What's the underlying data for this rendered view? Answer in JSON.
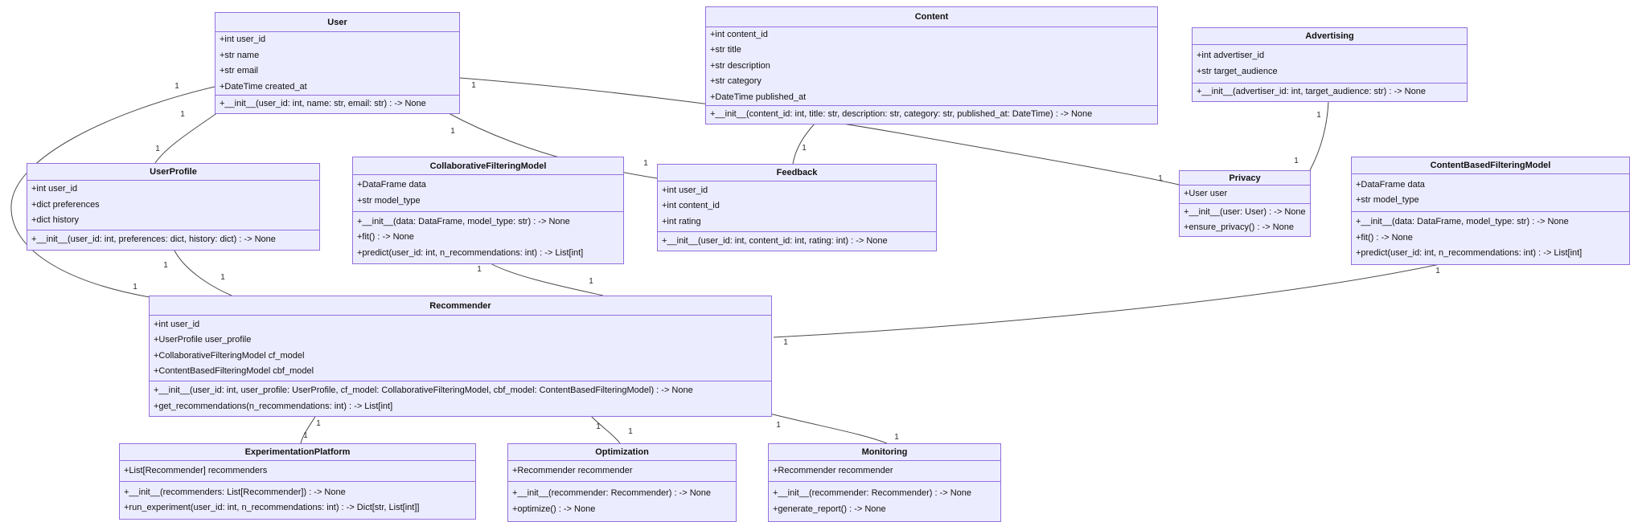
{
  "diagram_type": "uml-class-diagram",
  "colors": {
    "box_fill": "#ECECFF",
    "box_border": "#9370DB",
    "edge": "#4a4a4a",
    "text": "#111111"
  },
  "classes": {
    "user": {
      "name": "User",
      "attributes": [
        "+int user_id",
        "+str name",
        "+str email",
        "+DateTime created_at"
      ],
      "methods": [
        "+__init__(user_id: int, name: str, email: str) : -> None"
      ]
    },
    "content": {
      "name": "Content",
      "attributes": [
        "+int content_id",
        "+str title",
        "+str description",
        "+str category",
        "+DateTime published_at"
      ],
      "methods": [
        "+__init__(content_id: int, title: str, description: str, category: str, published_at: DateTime) : -> None"
      ]
    },
    "advertising": {
      "name": "Advertising",
      "attributes": [
        "+int advertiser_id",
        "+str target_audience"
      ],
      "methods": [
        "+__init__(advertiser_id: int, target_audience: str) : -> None"
      ]
    },
    "userprofile": {
      "name": "UserProfile",
      "attributes": [
        "+int user_id",
        "+dict preferences",
        "+dict history"
      ],
      "methods": [
        "+__init__(user_id: int, preferences: dict, history: dict) : -> None"
      ]
    },
    "collaborative_filtering_model": {
      "name": "CollaborativeFilteringModel",
      "attributes": [
        "+DataFrame data",
        "+str model_type"
      ],
      "methods": [
        "+__init__(data: DataFrame, model_type: str) : -> None",
        "+fit() : -> None",
        "+predict(user_id: int, n_recommendations: int) : -> List[int]"
      ]
    },
    "feedback": {
      "name": "Feedback",
      "attributes": [
        "+int user_id",
        "+int content_id",
        "+int rating"
      ],
      "methods": [
        "+__init__(user_id: int, content_id: int, rating: int) : -> None"
      ]
    },
    "privacy": {
      "name": "Privacy",
      "attributes": [
        "+User user"
      ],
      "methods": [
        "+__init__(user: User) : -> None",
        "+ensure_privacy() : -> None"
      ]
    },
    "content_based_filtering_model": {
      "name": "ContentBasedFilteringModel",
      "attributes": [
        "+DataFrame data",
        "+str model_type"
      ],
      "methods": [
        "+__init__(data: DataFrame, model_type: str) : -> None",
        "+fit() : -> None",
        "+predict(user_id: int, n_recommendations: int) : -> List[int]"
      ]
    },
    "recommender": {
      "name": "Recommender",
      "attributes": [
        "+int user_id",
        "+UserProfile user_profile",
        "+CollaborativeFilteringModel cf_model",
        "+ContentBasedFilteringModel cbf_model"
      ],
      "methods": [
        "+__init__(user_id: int, user_profile: UserProfile, cf_model: CollaborativeFilteringModel, cbf_model: ContentBasedFilteringModel) : -> None",
        "+get_recommendations(n_recommendations: int) : -> List[int]"
      ]
    },
    "experimentation_platform": {
      "name": "ExperimentationPlatform",
      "attributes": [
        "+List[Recommender] recommenders"
      ],
      "methods": [
        "+__init__(recommenders: List[Recommender]) : -> None",
        "+run_experiment(user_id: int, n_recommendations: int) : -> Dict[str, List[int]]"
      ]
    },
    "optimization": {
      "name": "Optimization",
      "attributes": [
        "+Recommender recommender"
      ],
      "methods": [
        "+__init__(recommender: Recommender) : -> None",
        "+optimize() : -> None"
      ]
    },
    "monitoring": {
      "name": "Monitoring",
      "attributes": [
        "+Recommender recommender"
      ],
      "methods": [
        "+__init__(recommender: Recommender) : -> None",
        "+generate_report() : -> None"
      ]
    }
  },
  "relationships": [
    {
      "from": "User",
      "to": "UserProfile",
      "from_card": "1",
      "to_card": "1"
    },
    {
      "from": "User",
      "to": "Recommender",
      "from_card": "1",
      "to_card": "1"
    },
    {
      "from": "User",
      "to": "Feedback",
      "from_card": "1",
      "to_card": "1"
    },
    {
      "from": "User",
      "to": "Privacy",
      "from_card": "1",
      "to_card": "1"
    },
    {
      "from": "Content",
      "to": "Feedback",
      "from_card": "",
      "to_card": "1"
    },
    {
      "from": "Advertising",
      "to": "Privacy",
      "from_card": "1",
      "to_card": "1"
    },
    {
      "from": "UserProfile",
      "to": "Recommender",
      "from_card": "1",
      "to_card": "1"
    },
    {
      "from": "CollaborativeFilteringModel",
      "to": "Recommender",
      "from_card": "1",
      "to_card": "1"
    },
    {
      "from": "ContentBasedFilteringModel",
      "to": "Recommender",
      "from_card": "1",
      "to_card": "1"
    },
    {
      "from": "Recommender",
      "to": "ExperimentationPlatform",
      "from_card": "1",
      "to_card": "1"
    },
    {
      "from": "Recommender",
      "to": "Optimization",
      "from_card": "1",
      "to_card": "1"
    },
    {
      "from": "Recommender",
      "to": "Monitoring",
      "from_card": "1",
      "to_card": "1"
    }
  ]
}
